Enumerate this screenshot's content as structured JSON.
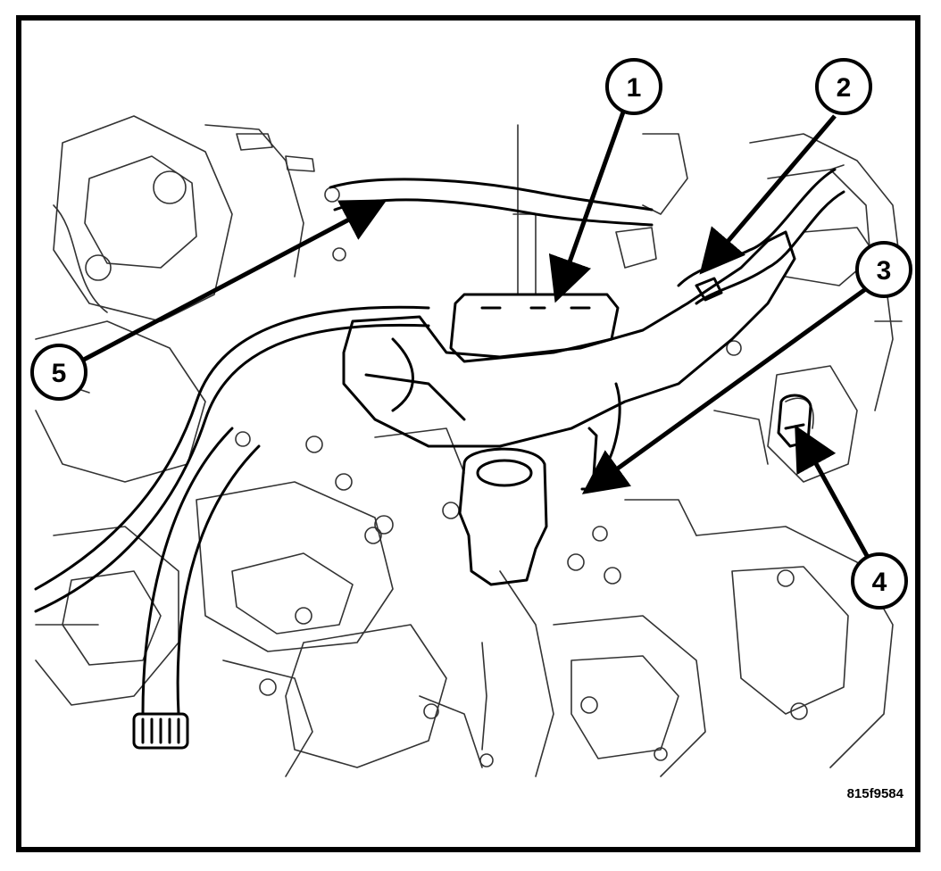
{
  "figure": {
    "code": "815f9584",
    "line_color": "#000000",
    "background_color": "#ffffff"
  },
  "callouts": [
    {
      "label": "1"
    },
    {
      "label": "2"
    },
    {
      "label": "3"
    },
    {
      "label": "4"
    },
    {
      "label": "5"
    }
  ]
}
